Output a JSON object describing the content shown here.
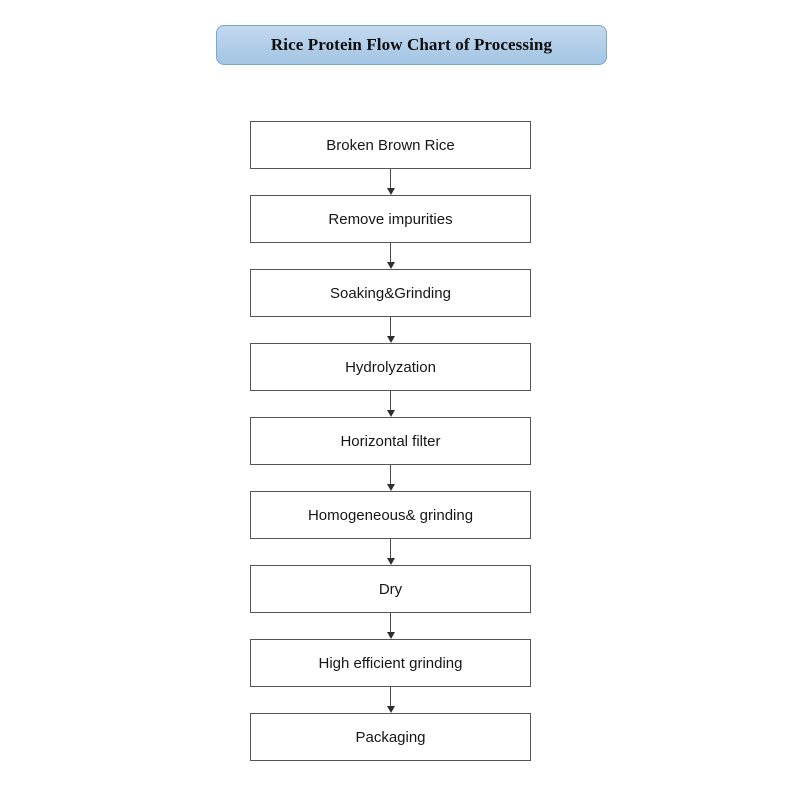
{
  "title": {
    "text": "Rice Protein Flow Chart of Processing",
    "background_gradient_top": "#c3d9ef",
    "background_gradient_bottom": "#a3c5e3",
    "border_color": "#7aa8d0",
    "text_color": "#0d0d0d"
  },
  "chart_data": {
    "type": "diagram",
    "diagram_type": "flowchart",
    "orientation": "vertical",
    "title": "Rice Protein Flow Chart of Processing",
    "node_shape": "rectangle",
    "node_fill": "#ffffff",
    "node_border_color": "#555555",
    "connector_color": "#2f2f2f",
    "connector_style": "straight-arrow-down",
    "nodes": [
      {
        "id": 1,
        "label": "Broken Brown Rice"
      },
      {
        "id": 2,
        "label": "Remove impurities"
      },
      {
        "id": 3,
        "label": "Soaking&Grinding"
      },
      {
        "id": 4,
        "label": "Hydrolyzation"
      },
      {
        "id": 5,
        "label": "Horizontal filter"
      },
      {
        "id": 6,
        "label": "Homogeneous& grinding"
      },
      {
        "id": 7,
        "label": "Dry"
      },
      {
        "id": 8,
        "label": "High efficient grinding"
      },
      {
        "id": 9,
        "label": "Packaging"
      }
    ],
    "edges": [
      {
        "from": 1,
        "to": 2
      },
      {
        "from": 2,
        "to": 3
      },
      {
        "from": 3,
        "to": 4
      },
      {
        "from": 4,
        "to": 5
      },
      {
        "from": 5,
        "to": 6
      },
      {
        "from": 6,
        "to": 7
      },
      {
        "from": 7,
        "to": 8
      },
      {
        "from": 8,
        "to": 9
      }
    ]
  }
}
